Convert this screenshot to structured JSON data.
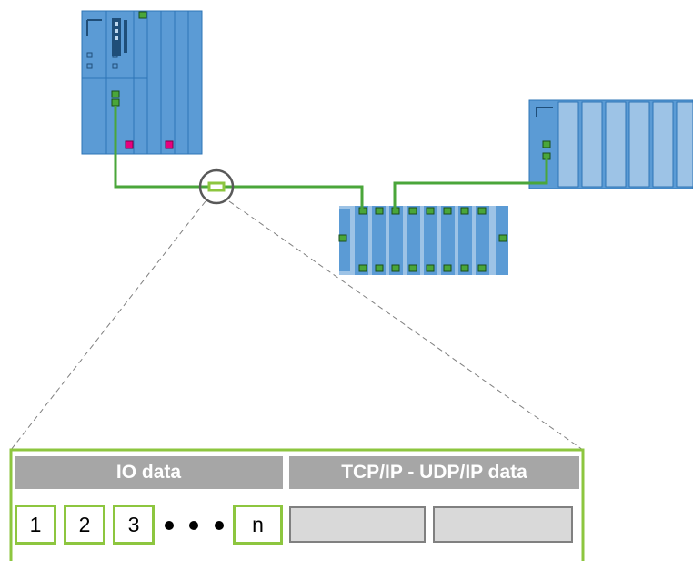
{
  "frame": {
    "header_io": "IO data",
    "header_tcp": "TCP/IP - UDP/IP data",
    "slots": [
      "1",
      "2",
      "3",
      "n"
    ]
  },
  "colors": {
    "device_blue": "#5b9bd5",
    "device_light": "#9dc3e6",
    "cable_green": "#4aa63a",
    "frame_green": "#8dc63f",
    "header_gray": "#a6a6a6",
    "empty_slot": "#d9d9d9",
    "port_magenta": "#e6007e"
  }
}
